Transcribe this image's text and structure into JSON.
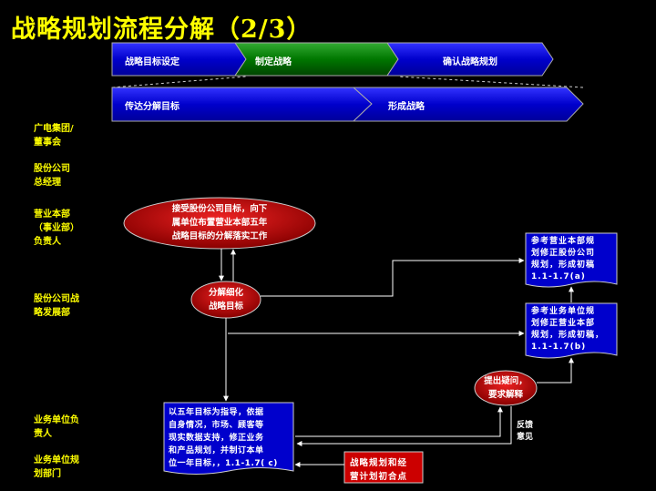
{
  "title": "战略规划流程分解（2/3）",
  "phases_top": [
    "战略目标设定",
    "制定战略",
    "确认战略规划"
  ],
  "phases_bottom": [
    "传达分解目标",
    "形成战略"
  ],
  "roles": {
    "board": [
      "广电集团/",
      "董事会"
    ],
    "gm": [
      "股份公司",
      "总经理"
    ],
    "unit_head": [
      "营业本部",
      "（事业部）",
      "负责人"
    ],
    "strategy_dept": [
      "股份公司战",
      "略发展部"
    ],
    "biz_head": [
      "业务单位负",
      "责人"
    ],
    "biz_plan": [
      "业务单位规",
      "划部门"
    ]
  },
  "nodes": {
    "accept": [
      "接受股份公司目标，向下",
      "属单位布置营业本部五年",
      "战略目标的分解落实工作"
    ],
    "decompose": [
      "分解细化",
      "战略目标"
    ],
    "revise_company": [
      "参考营业本部规",
      "划修正股份公司",
      "规划，形成初稿",
      "1.1-1.7(a)"
    ],
    "revise_unit": [
      "参考业务单位规",
      "划修正营业本部",
      "规划，形成初稿，",
      "1.1-1.7(b)"
    ],
    "question": [
      "提出疑问，",
      "要求解释"
    ],
    "feedback": [
      "反馈",
      "意见"
    ],
    "biz_plan_box": [
      "以五年目标为指导，依据",
      "自身情况，市场、顾客等",
      "现实数据支持，修正业务",
      "和产品规划，并制订本单",
      "位一年目标，，1.1-1.7( c)"
    ],
    "meeting": [
      "战略规划和经",
      "营计划初合点"
    ]
  },
  "colors": {
    "yellow": "#ffff00",
    "blue": "#0000cc",
    "green": "#006600",
    "red": "#cc0000"
  }
}
